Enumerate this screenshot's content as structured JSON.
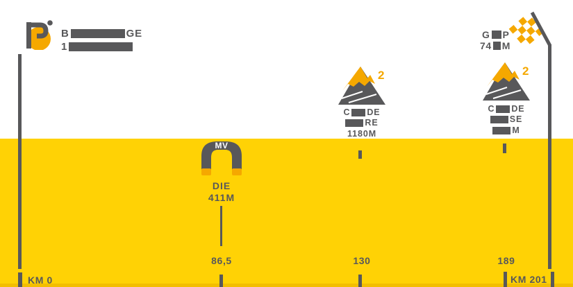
{
  "colors": {
    "yellow_band": "#FFD205",
    "orange_accent": "#F5A800",
    "dark_gray": "#58585A",
    "white": "#FFFFFF"
  },
  "start": {
    "line1_prefix": "B",
    "line1_suffix": "GE",
    "line2_prefix": "1",
    "km_label": "KM 0"
  },
  "finish": {
    "line1_prefix": "G",
    "line1_suffix": "P",
    "line2_prefix": "74",
    "line2_suffix": "M",
    "km_label": "KM 201"
  },
  "sprint": {
    "arch_label": "MV",
    "town": "DIE",
    "altitude": "411M",
    "km": "86,5"
  },
  "climbs": [
    {
      "category": "2",
      "line1_prefix": "C",
      "line1_suffix": "DE",
      "line2_suffix": "RE",
      "altitude": "1180M",
      "km": "130"
    },
    {
      "category": "2",
      "line1_prefix": "C",
      "line1_suffix": "DE",
      "line2_suffix": "SE",
      "altitude_suffix": "M",
      "km": "189"
    }
  ]
}
